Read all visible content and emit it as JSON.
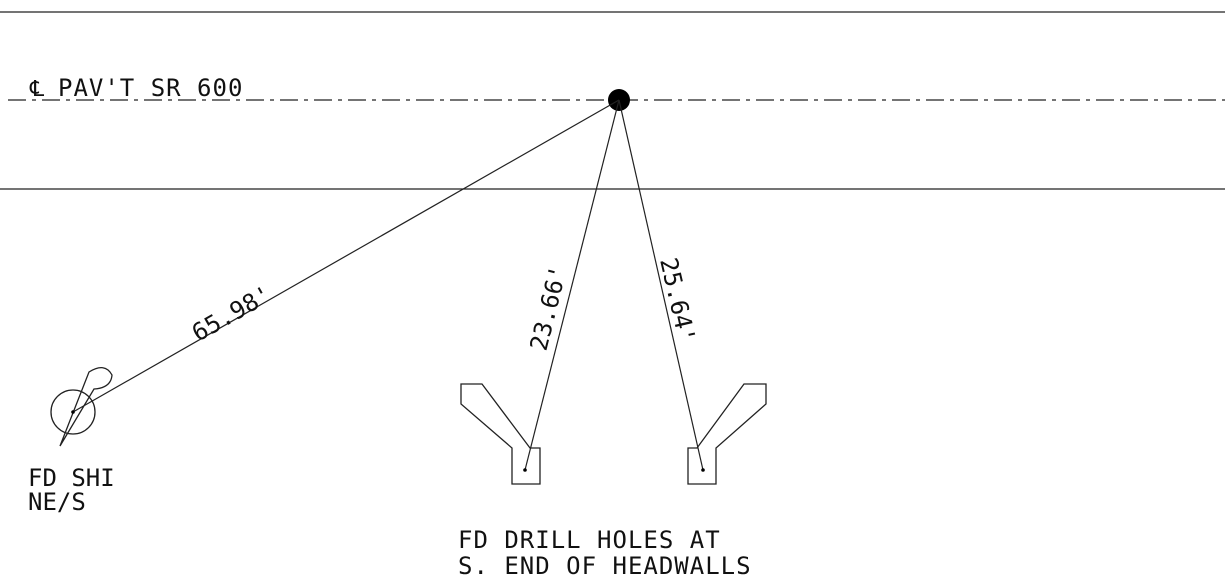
{
  "centerline": {
    "symbol": "℄",
    "label": "PAV'T SR 600"
  },
  "distances": {
    "to_shiner": "65.98'",
    "to_left_headwall": "23.66'",
    "to_right_headwall": "25.64'"
  },
  "shiner_label": {
    "line1": "FD SHI",
    "line2": "NE/S"
  },
  "headwall_label": {
    "line1": "FD DRILL HOLES AT",
    "line2": "S. END OF HEADWALLS"
  }
}
